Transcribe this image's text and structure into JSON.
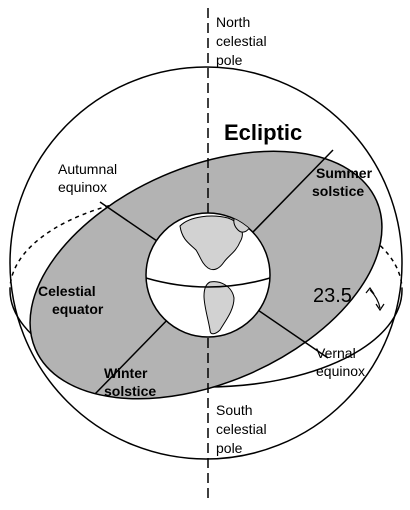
{
  "labels": {
    "north_pole": [
      "North",
      "celestial",
      "pole"
    ],
    "south_pole": [
      "South",
      "celestial",
      "pole"
    ],
    "ecliptic": "Ecliptic",
    "autumnal_equinox": [
      "Autumnal",
      "equinox"
    ],
    "summer_solstice": [
      "Summer",
      "solstice"
    ],
    "celestial_equator": [
      "Celestial",
      "equator"
    ],
    "winter_solstice": [
      "Winter",
      "solstice"
    ],
    "vernal_equinox": [
      "Vernal",
      "equinox"
    ],
    "tilt_angle": "23.5"
  },
  "colors": {
    "ecliptic_fill": "#b3b3b3",
    "line": "#000000",
    "background": "#ffffff",
    "land": "#d2d2d2"
  },
  "icons": {
    "earth": "earth-globe-icon",
    "angle": "curved-double-arrow-icon"
  }
}
